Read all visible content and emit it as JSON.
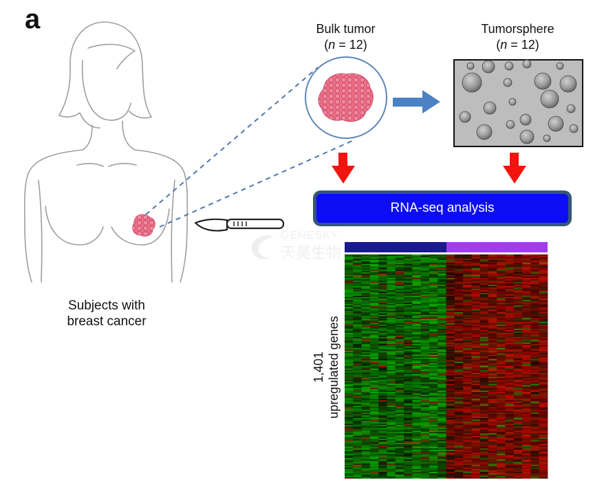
{
  "panel_label": "a",
  "bulk": {
    "title": "Bulk tumor",
    "n_prefix": "(",
    "n_var": "n",
    "n_suffix": " = 12)"
  },
  "sphere": {
    "title": "Tumorsphere",
    "n_prefix": "(",
    "n_var": "n",
    "n_suffix": " = 12)"
  },
  "subjects": {
    "line1": "Subjects with",
    "line2": "breast cancer"
  },
  "rna_box": {
    "label": "RNA-seq analysis"
  },
  "heatmap": {
    "ylabel_line1": "1,401",
    "ylabel_line2": "upregulated genes",
    "group_colors": [
      "#191990",
      "#a23cf0"
    ],
    "groups": [
      {
        "samples": 12,
        "tone": "green"
      },
      {
        "samples": 12,
        "tone": "red"
      }
    ]
  },
  "watermark": {
    "en": "GENESKY",
    "zh": "天昊生物"
  },
  "colors": {
    "arrow_blue": "#4a82c4",
    "arrow_red": "#f2140e",
    "dashed_line": "#4f77aa",
    "tumor_pink": "#e86a82",
    "box_fill": "#0d0df5",
    "box_border": "#355779"
  }
}
